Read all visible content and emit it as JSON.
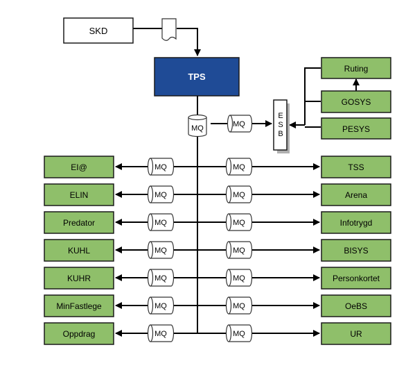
{
  "nodes": {
    "skd": "SKD",
    "tps": "TPS",
    "mq_main": "MQ",
    "mq_esb": "MQ",
    "esb": [
      "E",
      "S",
      "B"
    ],
    "ruting": "Ruting",
    "gosys": "GOSYS",
    "pesys": "PESYS"
  },
  "mq_label": "MQ",
  "left_systems": [
    "EI@",
    "ELIN",
    "Predator",
    "KUHL",
    "KUHR",
    "MinFastlege",
    "Oppdrag"
  ],
  "right_systems": [
    "TSS",
    "Arena",
    "Infotrygd",
    "BISYS",
    "Personkortet",
    "OeBS",
    "UR"
  ],
  "colors": {
    "system_fill": "#8fbf6a",
    "tps_fill": "#1f4b96",
    "tps_text": "#ffffff"
  }
}
